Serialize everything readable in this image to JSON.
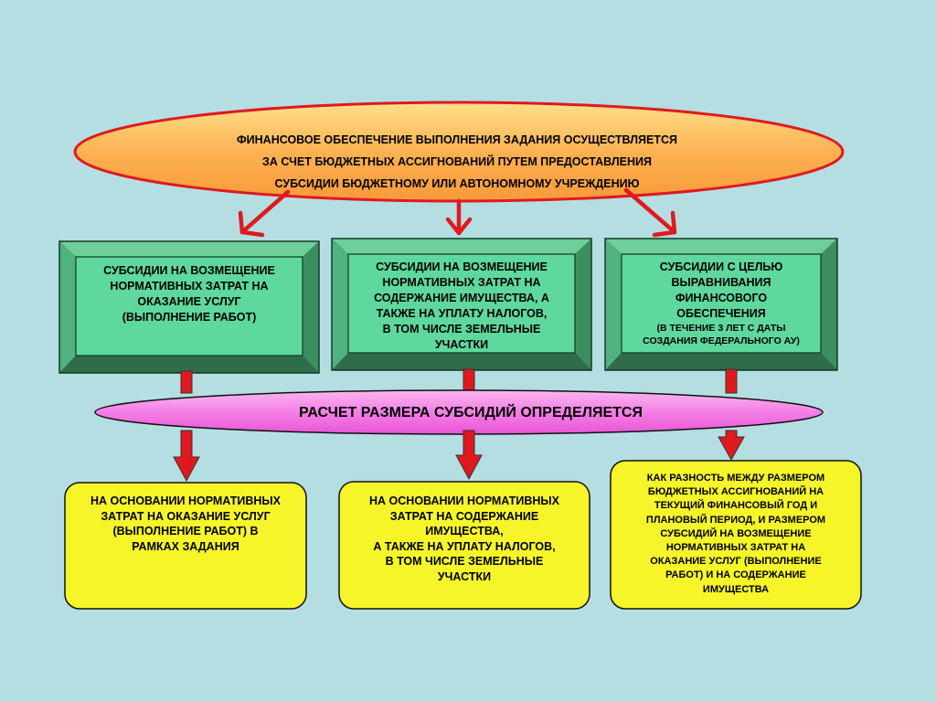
{
  "top_ellipse": {
    "lines": [
      "ФИНАНСОВОЕ ОБЕСПЕЧЕНИЕ ВЫПОЛНЕНИЯ ЗАДАНИЯ ОСУЩЕСТВЛЯЕТСЯ",
      "ЗА СЧЕТ БЮДЖЕТНЫХ АССИГНОВАНИЙ ПУТЕМ ПРЕДОСТАВЛЕНИЯ",
      "СУБСИДИИ БЮДЖЕТНОМУ ИЛИ АВТОНОМНОМУ УЧРЕЖДЕНИЮ"
    ],
    "fill": "#fcb252",
    "stroke": "#e0191f"
  },
  "green_boxes": [
    {
      "lines": [
        "СУБСИДИИ НА ВОЗМЕЩЕНИЕ",
        "НОРМАТИВНЫХ ЗАТРАТ НА",
        "ОКАЗАНИЕ УСЛУГ",
        "(ВЫПОЛНЕНИЕ РАБОТ)"
      ]
    },
    {
      "lines": [
        "СУБСИДИИ НА ВОЗМЕЩЕНИЕ",
        "НОРМАТИВНЫХ ЗАТРАТ НА",
        "СОДЕРЖАНИЕ ИМУЩЕСТВА, А",
        "ТАКЖЕ НА УПЛАТУ НАЛОГОВ,",
        "В ТОМ ЧИСЛЕ ЗЕМЕЛЬНЫЕ",
        "УЧАСТКИ"
      ]
    },
    {
      "lines": [
        "СУБСИДИИ С ЦЕЛЬЮ",
        "ВЫРАВНИВАНИЯ",
        "ФИНАНСОВОГО",
        "ОБЕСПЕЧЕНИЯ"
      ],
      "note_lines": [
        "(В ТЕЧЕНИЕ 3 ЛЕТ С ДАТЫ",
        "СОЗДАНИЯ ФЕДЕРАЛЬНОГО АУ)"
      ]
    }
  ],
  "pink_ellipse": {
    "text": "РАСЧЕТ РАЗМЕРА СУБСИДИЙ ОПРЕДЕЛЯЕТСЯ",
    "fill": "#f57fe6"
  },
  "yellow_boxes": [
    {
      "lines": [
        "НА ОСНОВАНИИ НОРМАТИВНЫХ",
        "ЗАТРАТ НА ОКАЗАНИЕ УСЛУГ",
        "(ВЫПОЛНЕНИЕ РАБОТ) В",
        "РАМКАХ ЗАДАНИЯ"
      ]
    },
    {
      "lines": [
        "НА ОСНОВАНИИ НОРМАТИВНЫХ",
        "ЗАТРАТ НА СОДЕРЖАНИЕ",
        "ИМУЩЕСТВА,",
        "А ТАКЖЕ НА УПЛАТУ НАЛОГОВ,",
        "В ТОМ ЧИСЛЕ ЗЕМЕЛЬНЫЕ",
        "УЧАСТКИ"
      ]
    },
    {
      "lines": [
        "КАК РАЗНОСТЬ МЕЖДУ РАЗМЕРОМ",
        "БЮДЖЕТНЫХ АССИГНОВАНИЙ НА",
        "ТЕКУЩИЙ ФИНАНСОВЫЙ ГОД И",
        "ПЛАНОВЫЙ ПЕРИОД, И РАЗМЕРОМ",
        "СУБСИДИЙ НА ВОЗМЕЩЕНИЕ",
        "НОРМАТИВНЫХ ЗАТРАТ НА",
        "ОКАЗАНИЕ УСЛУГ (ВЫПОЛНЕНИЕ",
        "РАБОТ) И НА СОДЕРЖАНИЕ",
        "ИМУЩЕСТВА"
      ]
    }
  ],
  "colors": {
    "background": "#b4dee2",
    "green_face": "#5ed89c",
    "green_bevel_light": "#4fb27f",
    "green_bevel_dark": "#2f6c4a",
    "yellow_fill": "#f6f52a",
    "arrow_red": "#e0191f"
  }
}
